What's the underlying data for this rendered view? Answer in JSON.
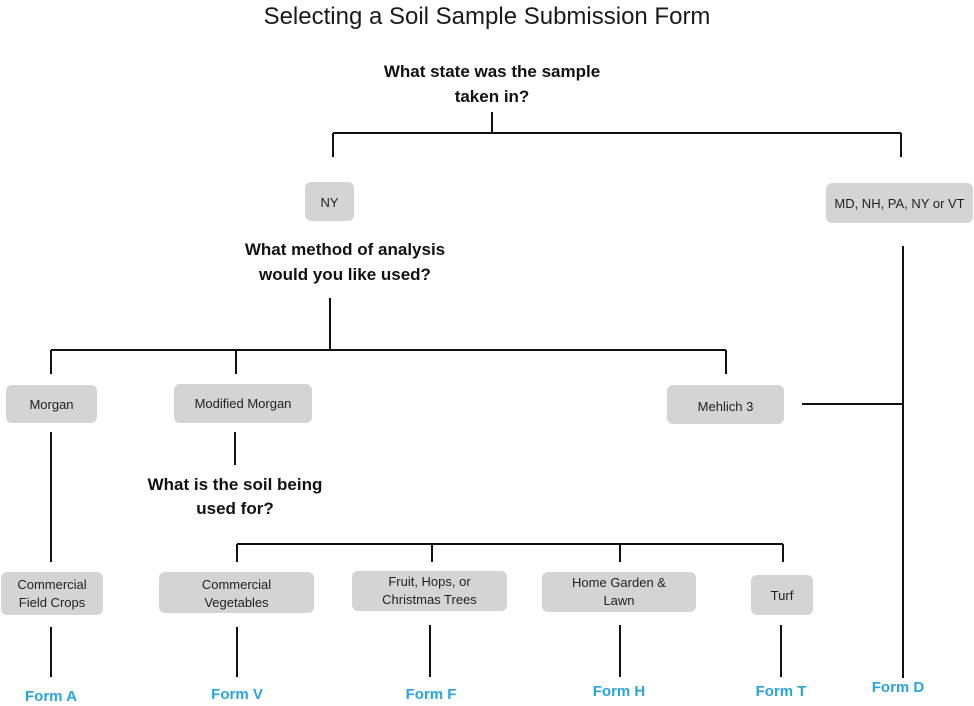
{
  "title": "Selecting a Soil Sample Submission Form",
  "questions": {
    "state": [
      "What state was the sample",
      "taken in?"
    ],
    "method": [
      "What method of analysis",
      "would you like used?"
    ],
    "use": [
      "What is the soil being",
      "used for?"
    ]
  },
  "options": {
    "ny": "NY",
    "other_states": "MD, NH, PA, NY or VT",
    "morgan": "Morgan",
    "modified_morgan": "Modified Morgan",
    "mehlich": "Mehlich 3",
    "field_crops": [
      "Commercial",
      "Field Crops"
    ],
    "vegetables": [
      "Commercial",
      "Vegetables"
    ],
    "fruit": [
      "Fruit, Hops, or",
      "Christmas Trees"
    ],
    "garden": [
      "Home Garden  &",
      "Lawn"
    ],
    "turf": "Turf"
  },
  "forms": {
    "a": "Form A",
    "v": "Form V",
    "f": "Form F",
    "h": "Form H",
    "t": "Form T",
    "d": "Form D"
  },
  "colors": {
    "box_fill": "#d4d4d4",
    "form_text": "#29a3dc",
    "line": "#111111"
  }
}
